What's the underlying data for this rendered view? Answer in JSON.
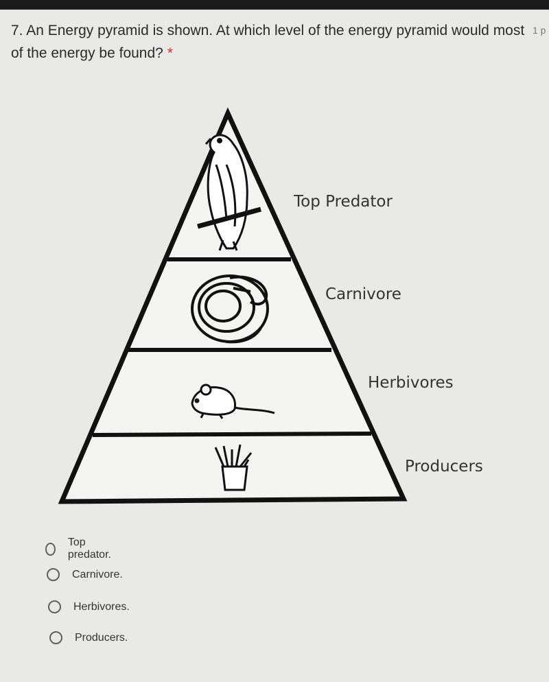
{
  "question": {
    "text": "7. An Energy pyramid is shown. At which level of the energy pyramid would most of the energy be found?",
    "required_mark": "*",
    "points": "1 p"
  },
  "pyramid": {
    "levels": [
      "Top Predator",
      "Carnivore",
      "Herbivores",
      "Producers"
    ],
    "icons": [
      "bird-icon",
      "snake-icon",
      "mouse-icon",
      "grass-icon"
    ]
  },
  "options": [
    "Top predator.",
    "Carnivore.",
    "Herbivores.",
    "Producers."
  ]
}
